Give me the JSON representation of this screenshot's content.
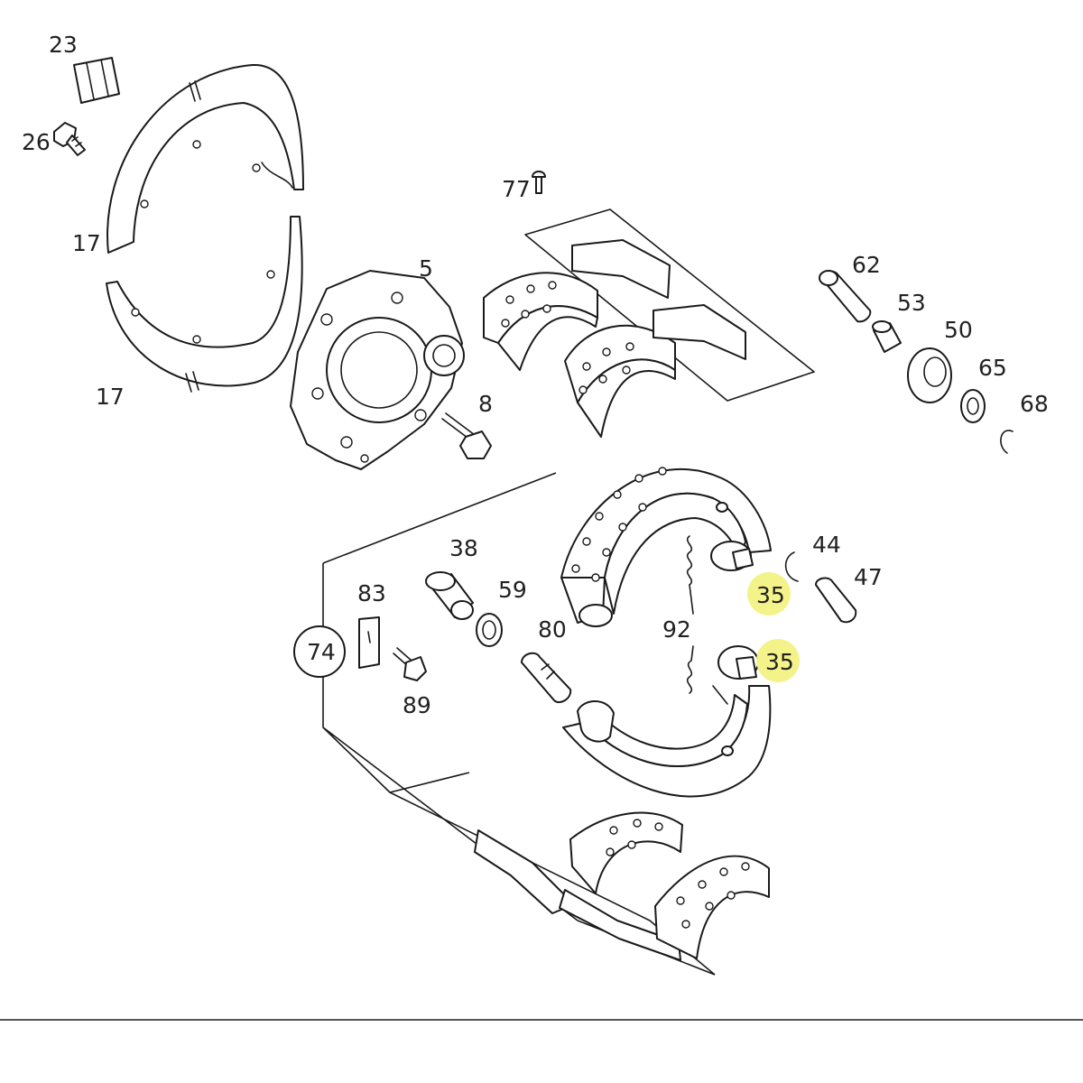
{
  "diagram": {
    "callouts": {
      "c23": "23",
      "c26": "26",
      "c17a": "17",
      "c17b": "17",
      "c77": "77",
      "c5": "5",
      "c8": "8",
      "c62": "62",
      "c53": "53",
      "c50": "50",
      "c65": "65",
      "c68": "68",
      "c38": "38",
      "c59": "59",
      "c80": "80",
      "c83": "83",
      "c89": "89",
      "c74": "74",
      "c92": "92",
      "c44": "44",
      "c47": "47",
      "c35a": "35",
      "c35b": "35"
    },
    "highlight_color": "#f3f38a",
    "line_color": "#1a1a1a"
  }
}
